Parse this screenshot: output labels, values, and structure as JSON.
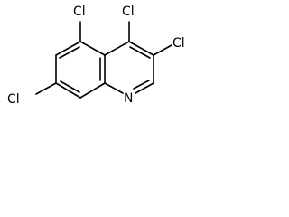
{
  "structure": {
    "atom_labels": {
      "cl_c4": "Cl",
      "cl_c3": "Cl",
      "cl_c5": "Cl",
      "cl_c7": "Cl",
      "n1": "N"
    }
  }
}
